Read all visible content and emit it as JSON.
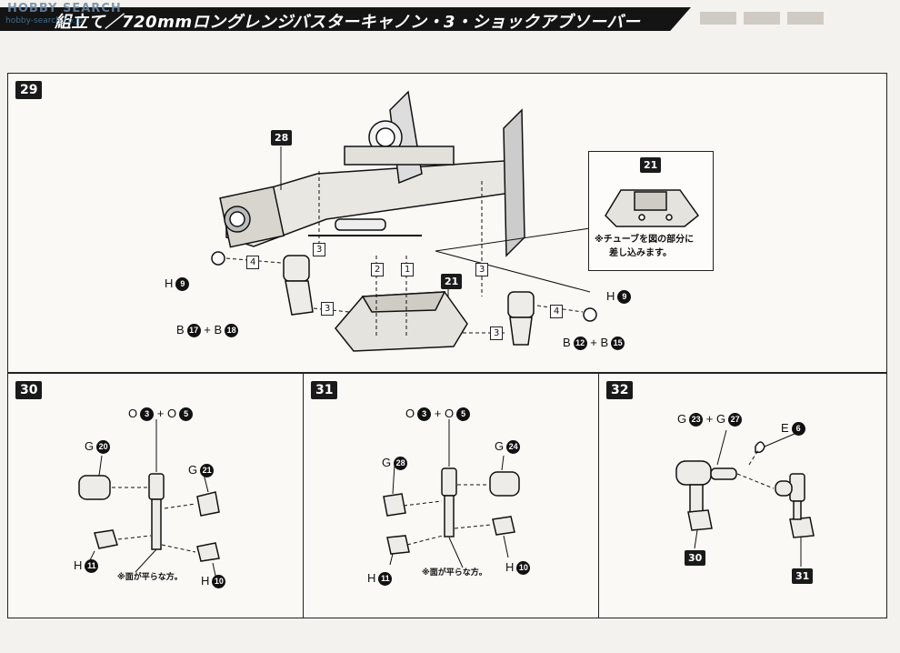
{
  "header": {
    "title": "組立て／720mmロングレンジバスターキャノン・3・ショックアブソーバー",
    "watermark": "HOBBY SEARCH",
    "watermark_sub": "hobby-search.co.jp"
  },
  "step29": {
    "step": "29",
    "part_28": "28",
    "part_21": "21",
    "inset_part": "21",
    "inset_note_line1": "※チューブを図の部分に",
    "inset_note_line2": "差し込みます。",
    "left_h": "H",
    "left_h_num": "9",
    "left_b1": "B",
    "left_b1_num": "17",
    "left_plus": "+",
    "left_b2": "B",
    "left_b2_num": "18",
    "right_h": "H",
    "right_h_num": "9",
    "right_b1": "B",
    "right_b1_num": "12",
    "right_plus": "+",
    "right_b2": "B",
    "right_b2_num": "15",
    "arrow_4a": "4",
    "arrow_4b": "4",
    "arrow_3a": "3",
    "arrow_3b": "3",
    "arrow_3c": "3",
    "arrow_3d": "3",
    "arrow_2": "2",
    "arrow_1": "1"
  },
  "step30": {
    "step": "30",
    "top_o1": "O",
    "top_o1_num": "3",
    "top_plus": "+",
    "top_o2": "O",
    "top_o2_num": "5",
    "g_left": "G",
    "g_left_num": "20",
    "g_right": "G",
    "g_right_num": "21",
    "h_left": "H",
    "h_left_num": "11",
    "h_right": "H",
    "h_right_num": "10",
    "note": "※面が平らな方。"
  },
  "step31": {
    "step": "31",
    "top_o1": "O",
    "top_o1_num": "3",
    "top_plus": "+",
    "top_o2": "O",
    "top_o2_num": "5",
    "g_left": "G",
    "g_left_num": "28",
    "g_right": "G",
    "g_right_num": "24",
    "h_left": "H",
    "h_left_num": "11",
    "h_right": "H",
    "h_right_num": "10",
    "note": "※面が平らな方。"
  },
  "step32": {
    "step": "32",
    "g1": "G",
    "g1_num": "23",
    "plus": "+",
    "g2": "G",
    "g2_num": "27",
    "e": "E",
    "e_num": "6",
    "part_30": "30",
    "part_31": "31"
  }
}
